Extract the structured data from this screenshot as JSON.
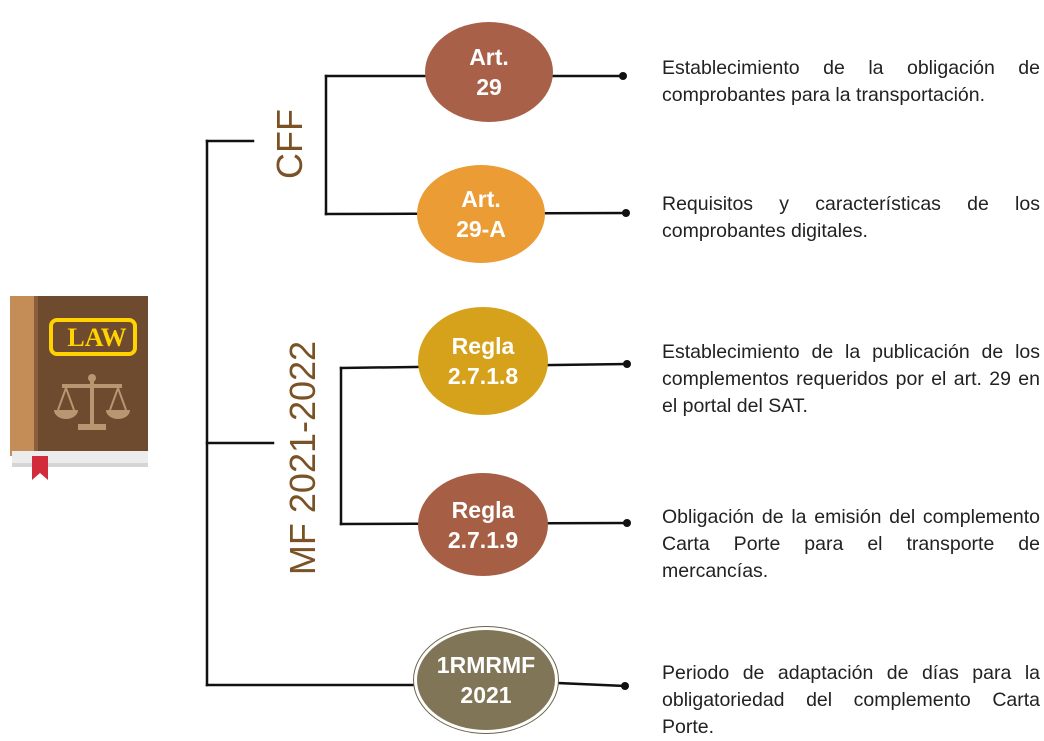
{
  "book_icon": {
    "name": "law-book-icon",
    "label": "LAW"
  },
  "groups": {
    "cff": "CFF",
    "mf": "MF 2021-2022"
  },
  "nodes": [
    {
      "id": "art29",
      "line1": "Art.",
      "line2": "29",
      "color": "#a86148",
      "description": "Establecimiento de la obligación de comprobantes para la transportación."
    },
    {
      "id": "art29a",
      "line1": "Art.",
      "line2": "29-A",
      "color": "#eb9c34",
      "description": "Requisitos y características  de los comprobantes digitales."
    },
    {
      "id": "regla2718",
      "line1": "Regla",
      "line2": "2.7.1.8",
      "color": "#d7a21b",
      "description": "Establecimiento de la publicación de los complementos requeridos por el art. 29 en el portal del SAT."
    },
    {
      "id": "regla2719",
      "line1": "Regla",
      "line2": "2.7.1.9",
      "color": "#a65f44",
      "description": "Obligación de la emisión del complemento Carta Porte para el transporte de mercancías."
    },
    {
      "id": "rmf2021",
      "line1": "1RMRMF",
      "line2": "2021",
      "color": "#807557",
      "description": "Periodo de adaptación de  días para la obligatoriedad del complemento Carta Porte."
    }
  ]
}
